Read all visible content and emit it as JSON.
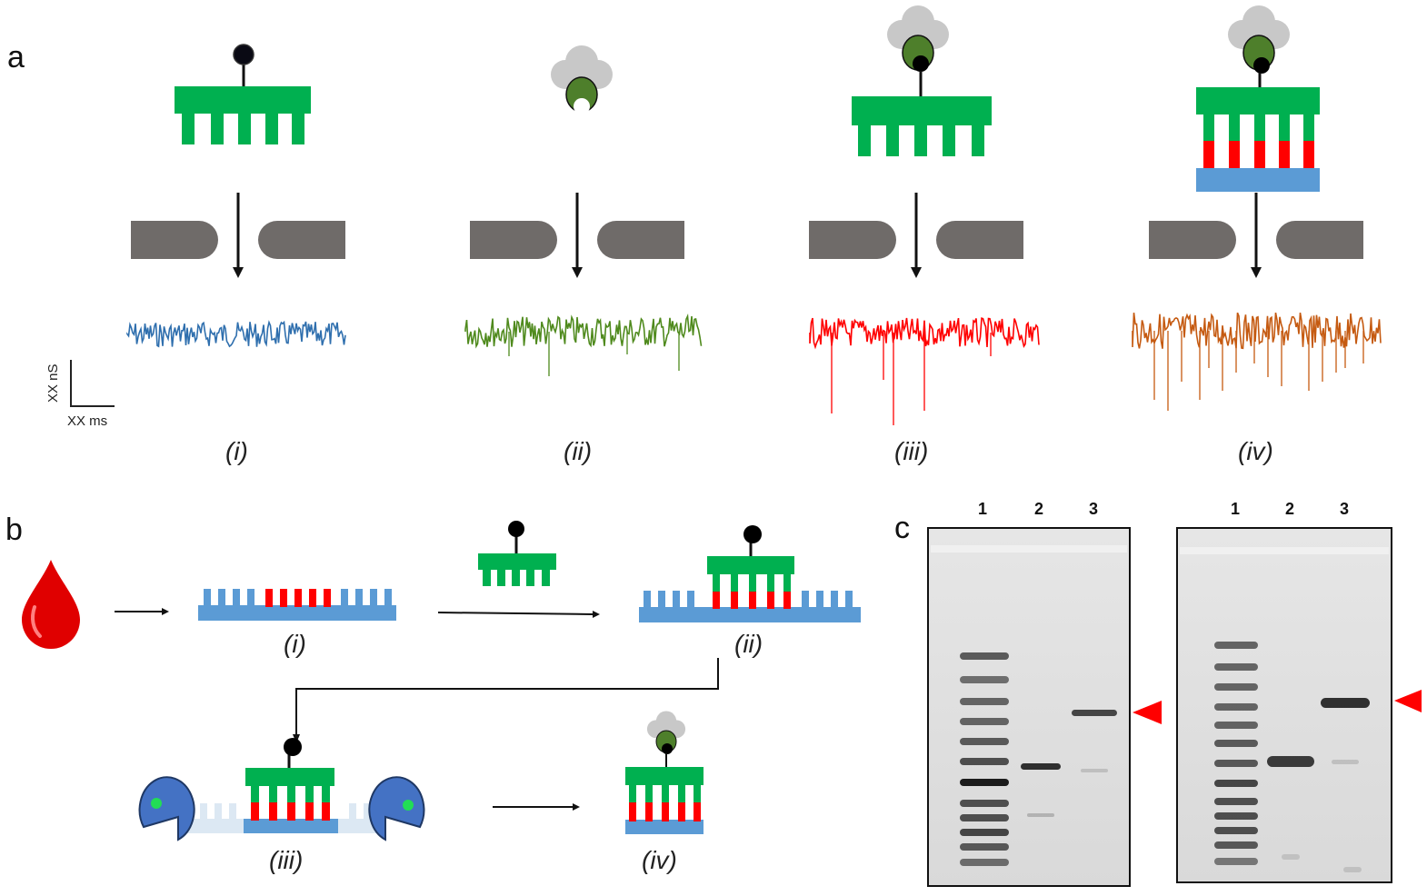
{
  "panel_a": {
    "label": "a",
    "scale_bar": {
      "y_label": "XX nS",
      "x_label": "XX ms"
    },
    "cases": [
      {
        "label": "(i)",
        "trace_color": "#2f6fae"
      },
      {
        "label": "(ii)",
        "trace_color": "#4f8a1d"
      },
      {
        "label": "(iii)",
        "trace_color": "#ff0000"
      },
      {
        "label": "(iv)",
        "trace_color": "#c55a11"
      }
    ]
  },
  "panel_b": {
    "label": "b",
    "steps": [
      "(i)",
      "(ii)",
      "(iii)",
      "(iv)"
    ]
  },
  "panel_c": {
    "label": "c",
    "gels": [
      {
        "lanes": [
          "1",
          "2",
          "3"
        ]
      },
      {
        "lanes": [
          "1",
          "2",
          "3"
        ]
      }
    ]
  },
  "colors": {
    "probe_green": "#00b050",
    "target_red": "#ff0000",
    "strand_blue": "#5b9bd5",
    "pore_gray": "#6f6b69",
    "exonuclease_blue": "#4472c4",
    "marker_red": "#ff0000"
  }
}
